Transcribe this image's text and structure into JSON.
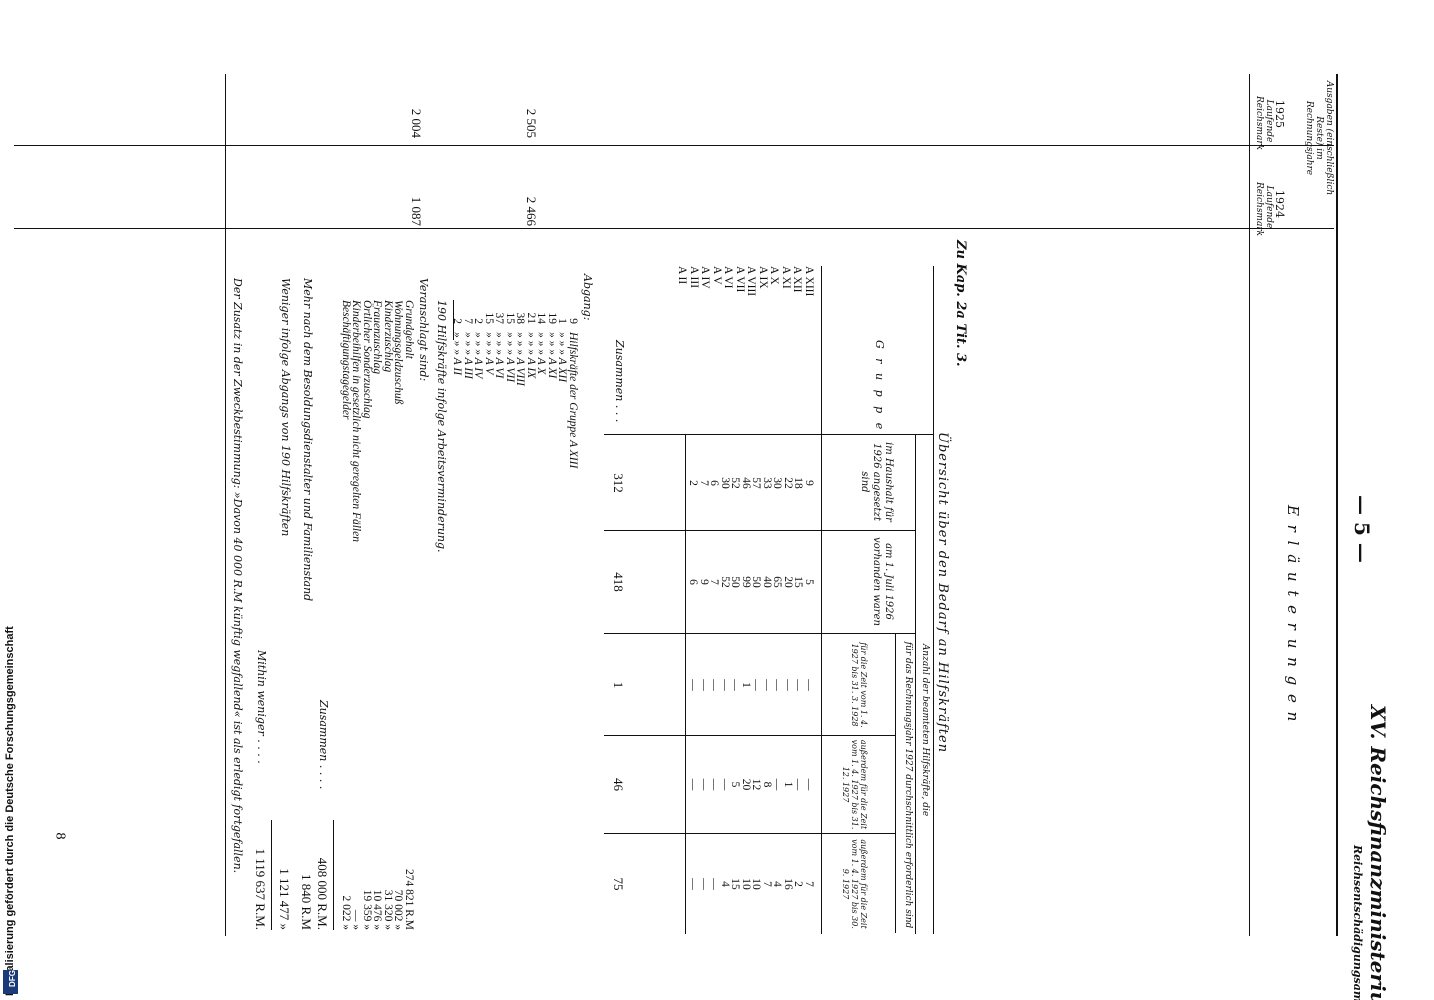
{
  "header": {
    "page_marker": "— 5 —",
    "ministry": "XV. Reichsfinanzministerium",
    "office": "Reichsentschädigungsamt",
    "section": "E r l ä u t e r u n g e n",
    "page_number": "8"
  },
  "left_columns": {
    "header_text": "Ausgaben (einschließlich Reste) im Rechnungsjahre",
    "year_1925": "1925",
    "year_1924": "1924",
    "unit_1925": "Laufende Reichsmark",
    "unit_1924": "Laufende Reichsmark",
    "row1_1925": "2 505",
    "row1_1924": "2 466",
    "row2_1925": "2 004",
    "row2_1924": "1 087"
  },
  "chapter": "Zu Kap. 2a Tit. 3.",
  "overview_title": "Übersicht über den Bedarf an Hilfskräften",
  "table": {
    "col_group": "G r u p p e",
    "col_haushalt": "im Haushalt für 1926 angesetzt sind",
    "col_vorhanden": "am 1. Juli 1926 vorhanden waren",
    "group_header": "Anzahl der beamteten Hilfskräfte, die",
    "subgroup_header": "für das Rechnungsjahr 1927 durchschnittlich erforderlich sind",
    "col_a": "für die Zeit vom 1. 4. 1927 bis 31. 3. 1928",
    "col_b": "außerdem für die Zeit vom 1. 4. 1927 bis 31. 12. 1927",
    "col_c": "außerdem für die Zeit vom 1. 4. 1927 bis 30. 9. 1927",
    "groups": [
      "A XIII",
      "A XII",
      "A XI",
      "A X",
      "A IX",
      "A VIII",
      "A VII",
      "A VI",
      "A V",
      "A IV",
      "A III",
      "A II"
    ],
    "haushalt": [
      "9",
      "18",
      "22",
      "30",
      "33",
      "57",
      "46",
      "52",
      "30",
      "6",
      "7",
      "2"
    ],
    "vorhanden": [
      "5",
      "15",
      "20",
      "65",
      "40",
      "50",
      "99",
      "50",
      "52",
      "7",
      "9",
      "6"
    ],
    "col_a_vals": [
      "—",
      "—",
      "—",
      "—",
      "—",
      "—",
      "1",
      "—",
      "—",
      "—",
      "—",
      "—"
    ],
    "col_b_vals": [
      "—",
      "—",
      "1",
      "—",
      "8",
      "12",
      "20",
      "5",
      "—",
      "—",
      "—",
      "—"
    ],
    "col_c_vals": [
      "7",
      "2",
      "16",
      "4",
      "7",
      "10",
      "10",
      "15",
      "4",
      "—",
      "—",
      "—"
    ],
    "total_label": "Zusammen . . .",
    "totals": [
      "312",
      "418",
      "1",
      "46",
      "75"
    ]
  },
  "abgang": {
    "title": "Abgang:",
    "rows": [
      {
        "n": "9",
        "text": "Hilfskräfte der Gruppe A XIII"
      },
      {
        "n": "1",
        "text": "»      »      »   A XII"
      },
      {
        "n": "19",
        "text": "»      »      »   A XI"
      },
      {
        "n": "14",
        "text": "»      »      »   A X"
      },
      {
        "n": "21",
        "text": "»      »      »   A IX"
      },
      {
        "n": "38",
        "text": "»      »      »   A VIII"
      },
      {
        "n": "15",
        "text": "»      »      »   A VII"
      },
      {
        "n": "37",
        "text": "»      »      »   A VI"
      },
      {
        "n": "15",
        "text": "»      »      »   A V"
      },
      {
        "n": "2",
        "text": "»      »      »   A IV"
      },
      {
        "n": "7",
        "text": "»      »      »   A III"
      },
      {
        "n": "2",
        "text": "»      »      »   A II"
      }
    ],
    "sum_line": "190 Hilfskräfte infolge Arbeitsverminderung."
  },
  "veranschlagt": {
    "title": "Veranschlagt sind:",
    "items": [
      {
        "label": "Grundgehalt",
        "value": "274 821 R.M"
      },
      {
        "label": "Wohnungsgeldzuschuß",
        "value": "70 002 »"
      },
      {
        "label": "Kinderzuschlag",
        "value": "31 320 »"
      },
      {
        "label": "Frauenzuschlag",
        "value": "10 476 »"
      },
      {
        "label": "Örtlicher Sonderzuschlag",
        "value": "19 359 »"
      },
      {
        "label": "Kinderbeihilfen in gesetzlich nicht geregelten Fällen",
        "value": "— »"
      },
      {
        "label": "Beschäftigungstagegelder",
        "value": "2 022 »"
      }
    ],
    "zusammen_label": "Zusammen . . . .",
    "zusammen_value": "408 000 R.M.",
    "mehr_label": "Mehr nach dem Besoldungsdienstalter und Familienstand",
    "mehr_value": "1 840 R.M",
    "weniger_label": "Weniger infolge Abgangs von 190 Hilfskräften",
    "weniger_value": "1 121 477 »",
    "mithin_label": "Mithin weniger . . . .",
    "mithin_value": "1 119 637 R.M.",
    "footnote": "Der Zusatz in der Zweckbestimmung: »Davon 40 000 R.M künftig wegfallend« ist als erledigt fortgefallen."
  },
  "sidebar": {
    "text": "Digitalisierung gefördert durch die Deutsche Forschungsgemeinschaft",
    "logo": "DFG"
  }
}
